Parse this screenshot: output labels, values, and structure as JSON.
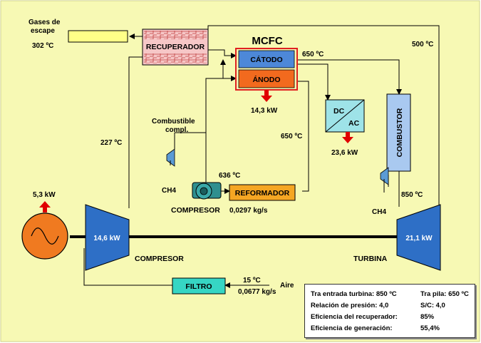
{
  "colors": {
    "background": "#f7f9b4",
    "cathode": "#4d88d8",
    "anode": "#f26a1e",
    "mcfc_border": "#e02020",
    "recuperator": "#f6c7c7",
    "exhaust_box": "#ffff88",
    "combustor": "#a9c9f0",
    "reformer": "#f5a623",
    "filter": "#36d6c4",
    "turbomachine": "#2e6fc6",
    "generator": "#f07a20",
    "arrow_red": "#e00000",
    "dcac": "#9ee3e8"
  },
  "labels": {
    "exhaust_gases_line1": "Gases de",
    "exhaust_gases_line2": "escape",
    "exhaust_temp": "302 ºC",
    "recuperador": "RECUPERADOR",
    "mcfc": "MCFC",
    "catodo": "CÁTODO",
    "anodo": "ÁNODO",
    "fc_temp": "650 ºC",
    "turbine_out_temp": "500 ºC",
    "fc_power": "14,3 kW",
    "dc": "DC",
    "ac": "AC",
    "inverter_power": "23,6 kW",
    "combustor": "COMBUSTOR",
    "fuel_line1": "Combustible",
    "fuel_line2": "compl.",
    "anode_out_temp": "650 ºC",
    "ch4_left": "CH4",
    "ch4_right": "CH4",
    "compressor_in_temp": "227 ºC",
    "reformer_in_temp": "636 ºC",
    "reformador": "REFORMADOR",
    "fuel_compressor_label": "COMPRESOR",
    "fuel_flow": "0,0297 kg/s",
    "turbine_in_temp": "850 ºC",
    "generator_power": "5,3 kW",
    "compressor_power": "14,6 kW",
    "turbine_power": "21,1 kW",
    "compresor": "COMPRESOR",
    "turbina": "TURBINA",
    "filtro": "FILTRO",
    "air_temp": "15 ºC",
    "air": "Aire",
    "air_flow": "0,0677 kg/s"
  },
  "info_box": {
    "r1_left": "Tra entrada turbina:  850 ºC",
    "r1_right": "Tra pila: 650 ºC",
    "r2_left": "Relación de presión: 4,0",
    "r2_right": "S/C: 4,0",
    "r3_left": "Eficiencia del recuperador:",
    "r3_right": "85%",
    "r4_left": "Eficiencia de generación:",
    "r4_right": "55,4%"
  }
}
